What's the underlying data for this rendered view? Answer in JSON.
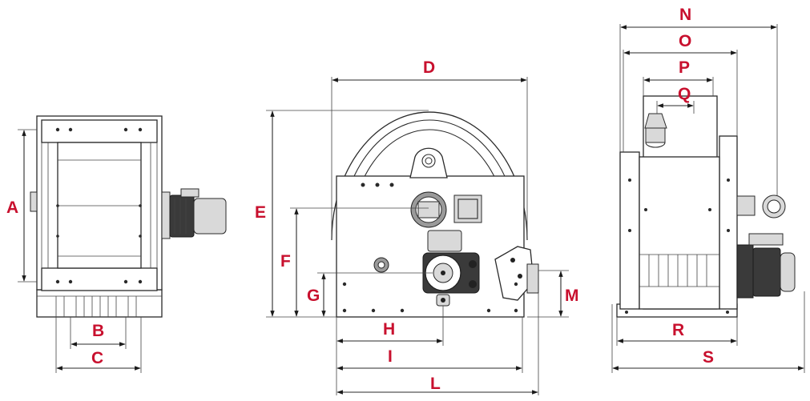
{
  "dimensions": {
    "A": "A",
    "B": "B",
    "C": "C",
    "D": "D",
    "E": "E",
    "F": "F",
    "G": "G",
    "H": "H",
    "I": "I",
    "L": "L",
    "M": "M",
    "N": "N",
    "O": "O",
    "P": "P",
    "Q": "Q",
    "R": "R",
    "S": "S"
  },
  "colors": {
    "label": "#c8102e",
    "line": "#2a2a2a"
  }
}
